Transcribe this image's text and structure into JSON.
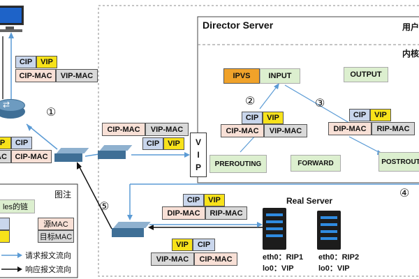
{
  "director": {
    "title": "Director Server",
    "user_label": "用户",
    "kernel_label": "内核",
    "hooks": {
      "ipvs": "IPVS",
      "input": "INPUT",
      "output": "OUTPUT",
      "prerouting": "PREROUTING",
      "forward": "FORWARD",
      "postrouting": "POSTROUT"
    },
    "vip_label": [
      "V",
      "I",
      "P"
    ]
  },
  "steps": {
    "s1": "①",
    "s2": "②",
    "s3": "③",
    "s4": "④",
    "s5": "⑤"
  },
  "packets": {
    "p1": {
      "r1": [
        "CIP",
        "VIP"
      ],
      "r2": [
        "CIP-MAC",
        "VIP-MAC"
      ]
    },
    "p2": {
      "r1": [
        "CIP-MAC",
        "VIP-MAC"
      ],
      "r2": [
        "CIP",
        "VIP"
      ]
    },
    "p3": {
      "r1": [
        "CIP",
        "VIP"
      ],
      "r2": [
        "CIP-MAC",
        "VIP-MAC"
      ]
    },
    "p4": {
      "r1": [
        "CIP",
        "VIP"
      ],
      "r2": [
        "DIP-MAC",
        "RIP-MAC"
      ]
    },
    "p5": {
      "r1": [
        "CIP",
        "VIP"
      ],
      "r2": [
        "DIP-MAC",
        "RIP-MAC"
      ]
    },
    "p6": {
      "r1": [
        "VIP",
        "CIP"
      ],
      "r2": [
        "VIP-MAC",
        "CIP-MAC"
      ]
    },
    "left": {
      "r1": [
        "IP",
        "CIP"
      ],
      "r2": [
        "AC",
        "CIP-MAC"
      ]
    }
  },
  "real_server": {
    "title": "Real Server",
    "rs1": {
      "eth0": "eth0：RIP1",
      "lo0": "lo0：VIP"
    },
    "rs2": {
      "eth0": "eth0：RIP2",
      "lo0": "lo0：VIP"
    }
  },
  "legend": {
    "title": "图注",
    "chain": "les的链",
    "src_mac": "源MAC",
    "dst_mac": "目标MAC",
    "request": "请求报文流向",
    "response": "响应报文流向"
  },
  "colors": {
    "blue": "#c9d6ec",
    "yellow": "#f7e21a",
    "pink": "#f8e0d6",
    "gray": "#d9d9d9",
    "green": "#dcefcf",
    "orange": "#f0a22a",
    "request_line": "#5b9bd5"
  }
}
